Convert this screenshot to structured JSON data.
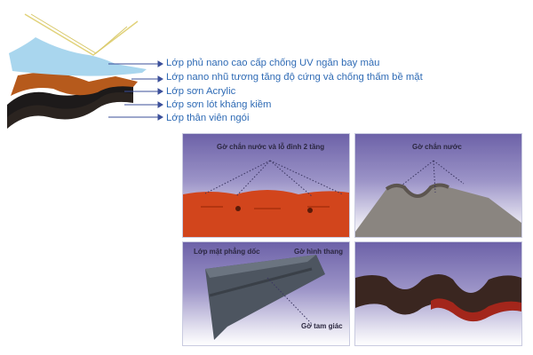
{
  "layer_labels": [
    "Lớp phủ nano cao cấp chống UV ngăn bay màu",
    "Lớp nano nhũ tương tăng độ cứng và chống thấm bề mặt",
    "Lớp sơn Acrylic",
    "Lớp sơn lót kháng kiềm",
    "Lớp thân viên ngói"
  ],
  "panels": {
    "top_left": {
      "title": "Gờ chắn nước và lỗ đinh 2 tầng"
    },
    "top_right": {
      "title": "Gờ chắn nước"
    },
    "bottom_left": {
      "label_a": "Lớp mặt phẳng dốc",
      "label_b": "Gờ hình thang",
      "label_c": "Gờ tam giác"
    }
  },
  "colors": {
    "label": "#2f6bb5",
    "arrow": "#3b4f9a"
  }
}
